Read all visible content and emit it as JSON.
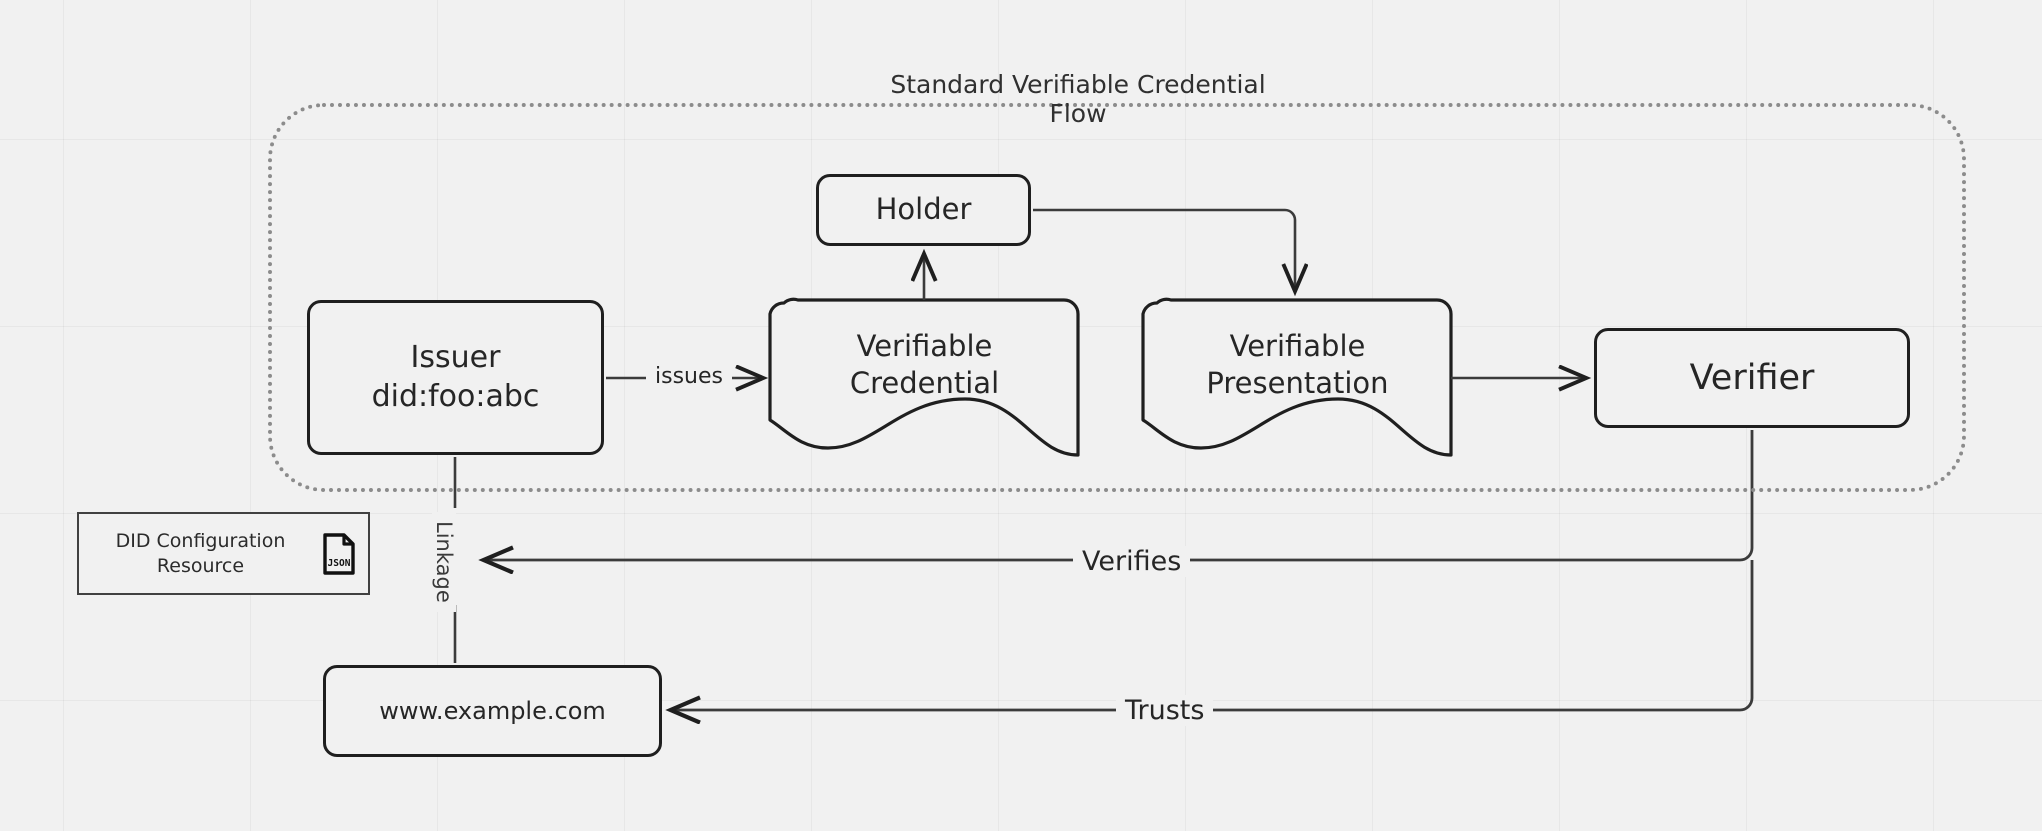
{
  "diagram": {
    "title": "Standard Verifiable Credential Flow",
    "type": "flow-diagram",
    "background_color": "#f1f1f1",
    "stroke_color": "#1f1f1f",
    "group_border_color": "#8c8c8c"
  },
  "group": {
    "label": "Standard Verifiable Credential Flow",
    "style": "dotted-rounded"
  },
  "nodes": {
    "issuer": {
      "label": "Issuer\ndid:foo:abc",
      "shape": "rounded-rectangle"
    },
    "holder": {
      "label": "Holder",
      "shape": "rounded-rectangle"
    },
    "verifiable_credential": {
      "label": "Verifiable\nCredential",
      "shape": "document"
    },
    "verifiable_presentation": {
      "label": "Verifiable\nPresentation",
      "shape": "document"
    },
    "verifier": {
      "label": "Verifier",
      "shape": "rounded-rectangle"
    },
    "did_configuration_resource": {
      "label": "DID Configuration\nResource",
      "shape": "rectangle",
      "icon": "json-file-icon",
      "icon_label": "JSON"
    },
    "website": {
      "label": "www.example.com",
      "shape": "rounded-rectangle"
    }
  },
  "edges": [
    {
      "id": "issues",
      "label": "issues",
      "from": "issuer",
      "to": "verifiable_credential"
    },
    {
      "id": "vc-to-holder",
      "label": "",
      "from": "verifiable_credential",
      "to": "holder"
    },
    {
      "id": "holder-to-vp",
      "label": "",
      "from": "holder",
      "to": "verifiable_presentation"
    },
    {
      "id": "vp-to-verifier",
      "label": "",
      "from": "verifiable_presentation",
      "to": "verifier"
    },
    {
      "id": "verifies",
      "label": "Verifies",
      "from": "verifier",
      "to": "did_configuration_resource"
    },
    {
      "id": "trusts",
      "label": "Trusts",
      "from": "verifier",
      "to": "website"
    },
    {
      "id": "linkage",
      "label": "Linkage",
      "from": "issuer",
      "to": "website"
    }
  ]
}
